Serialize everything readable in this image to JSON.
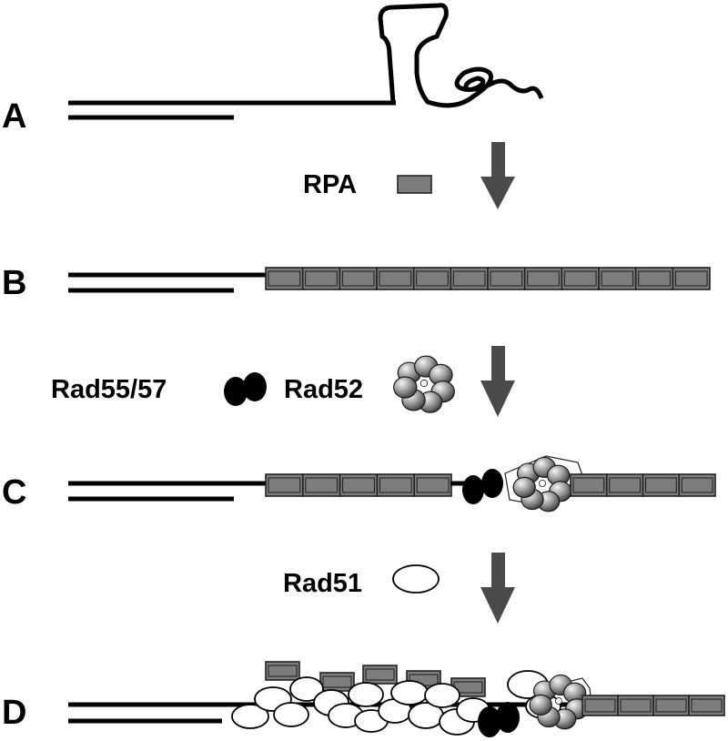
{
  "panels": [
    {
      "id": "A",
      "label": "A"
    },
    {
      "id": "B",
      "label": "B"
    },
    {
      "id": "C",
      "label": "C"
    },
    {
      "id": "D",
      "label": "D"
    }
  ],
  "proteins": {
    "rpa": "RPA",
    "rad55_57": "Rad55/57",
    "rad52": "Rad52",
    "rad51": "Rad51"
  },
  "colors": {
    "dna": "#000000",
    "rpa_fill": "#7d7d7d",
    "arrow": "#4a4a4a",
    "rad51_fill": "#ffffff",
    "rad55_57_fill": "#000000",
    "rad52_fill": "#8a8a8a"
  }
}
